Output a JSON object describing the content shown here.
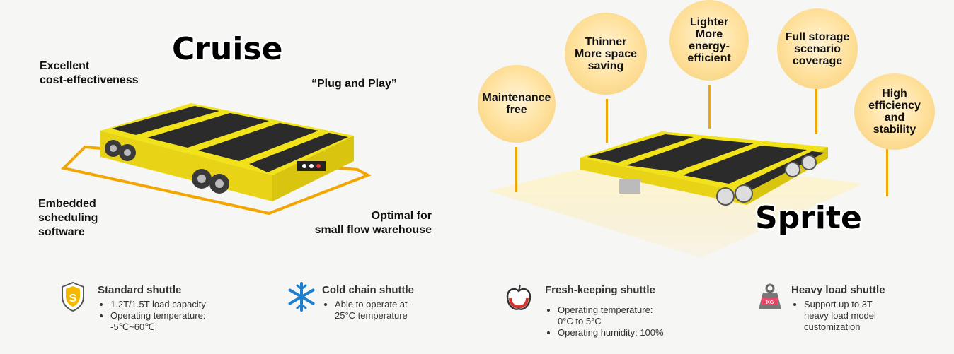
{
  "cruise": {
    "title": "Cruise",
    "features": {
      "cost_line1": "Excellent",
      "cost_line2": "cost-effectiveness",
      "plug": "“Plug and Play”",
      "sched_line1": "Embedded",
      "sched_line2": "scheduling",
      "sched_line3": "software",
      "optimal_line1": "Optimal for",
      "optimal_line2": "small flow warehouse"
    }
  },
  "sprite": {
    "title": "Sprite",
    "bubbles": [
      {
        "lines": [
          "Maintenance",
          "free"
        ]
      },
      {
        "lines": [
          "Thinner",
          "More space",
          "saving"
        ]
      },
      {
        "lines": [
          "Lighter",
          "More",
          "energy-",
          "efficient"
        ]
      },
      {
        "lines": [
          "Full storage",
          "scenario",
          "coverage"
        ]
      },
      {
        "lines": [
          "High",
          "efficiency",
          "and",
          "stability"
        ]
      }
    ]
  },
  "categories": [
    {
      "icon": "shield-s-icon",
      "title": "Standard shuttle",
      "bullets": [
        "1.2T/1.5T load capacity",
        "Operating temperature:",
        "-5℃~60℃"
      ]
    },
    {
      "icon": "snowflake-icon",
      "title": "Cold chain shuttle",
      "bullets": [
        "Able to operate at -",
        "25°C temperature"
      ]
    },
    {
      "icon": "apple-icon",
      "title": "Fresh-keeping shuttle",
      "bullets": [
        "Operating temperature:",
        "0°C to 5°C",
        "Operating humidity: 100%"
      ]
    },
    {
      "icon": "kg-weight-icon",
      "title": "Heavy load shuttle",
      "bullets": [
        "Support up to 3T",
        "heavy load model",
        "customization"
      ]
    }
  ],
  "colors": {
    "accent": "#f3a500",
    "shuttle_yellow": "#f2e21a",
    "shuttle_dark": "#2b2b2b"
  }
}
